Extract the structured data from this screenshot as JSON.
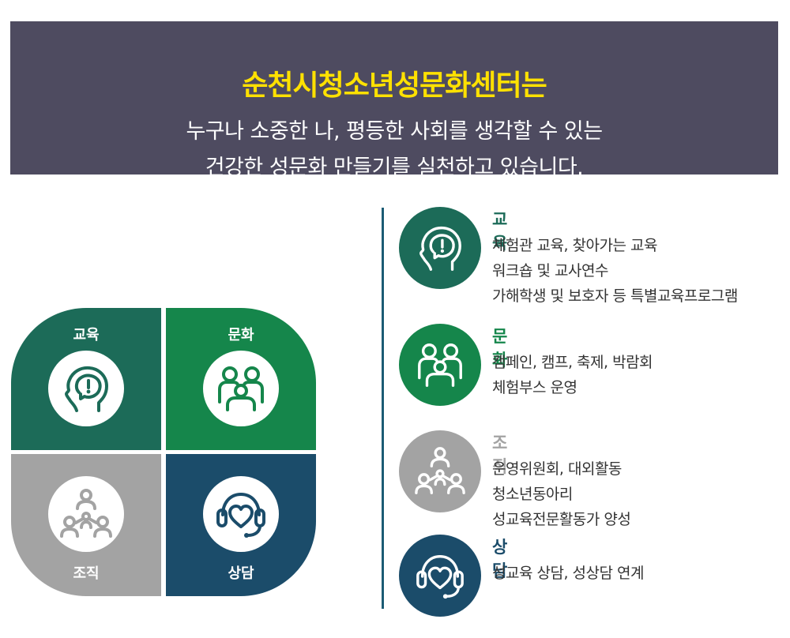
{
  "banner": {
    "title": "순천시청소년성문화센터는",
    "line1": "누구나 소중한 나, 평등한 사회를 생각할 수 있는",
    "line2": "건강한 성문화 만들기를 실천하고 있습니다."
  },
  "clover": {
    "education": "교육",
    "culture": "문화",
    "organization": "조직",
    "counseling": "상담"
  },
  "items": [
    {
      "name": "교육",
      "lines": [
        "체험관 교육, 찾아가는 교육",
        "워크숍 및 교사연수",
        "가해학생 및 보호자 등 특별교육프로그램"
      ]
    },
    {
      "name": "문화",
      "lines": [
        "캠페인, 캠프, 축제, 박람회",
        "체험부스 운영"
      ]
    },
    {
      "name": "조직",
      "lines": [
        "운영위원회,  대외활동",
        "청소년동아리",
        "성교육전문활동가 양성"
      ]
    },
    {
      "name": "상담",
      "lines": [
        "성교육 상담, 성상담 연계"
      ]
    }
  ],
  "colors": {
    "banner_bg": "#4e4b60",
    "title": "#ffe100",
    "education": "#1c6b58",
    "culture": "#15864b",
    "organization": "#a3a3a3",
    "counseling": "#1b4c6a"
  },
  "icons": {
    "education": "head-mind-icon",
    "culture": "people-group-icon",
    "organization": "organization-icon",
    "counseling": "headset-heart-icon"
  }
}
